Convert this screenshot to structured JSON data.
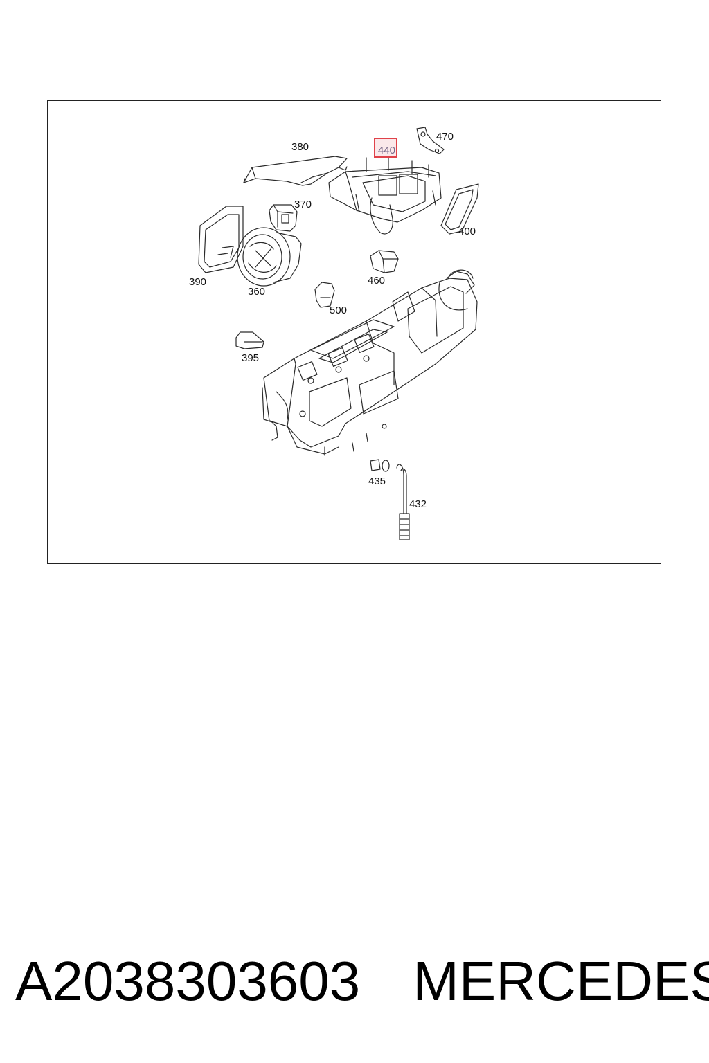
{
  "diagram": {
    "callouts": [
      "380",
      "440",
      "470",
      "370",
      "400",
      "390",
      "360",
      "460",
      "500",
      "395",
      "435",
      "432"
    ],
    "highlighted_callout": "440",
    "highlight_color": "#e0424a"
  },
  "footer": {
    "part_number": "A2038303603",
    "brand": "MERCEDES"
  }
}
